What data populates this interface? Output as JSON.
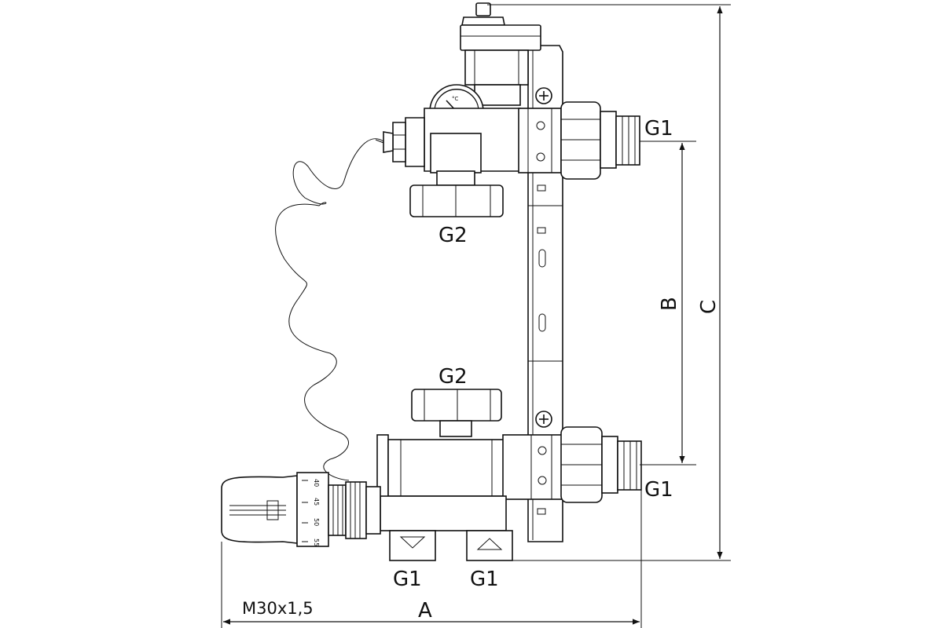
{
  "labels": {
    "g1_top": "G1",
    "g2_top": "G2",
    "g2_mid": "G2",
    "g1_bottom_right": "G1",
    "g1_bottom_left": "G1",
    "g1_bottom_mid": "G1",
    "thread": "M30x1,5",
    "dim_a": "A",
    "dim_b": "B",
    "dim_c": "C"
  },
  "thermostat_scale": [
    "40",
    "45",
    "50",
    "55"
  ],
  "gauge_unit": "°C"
}
